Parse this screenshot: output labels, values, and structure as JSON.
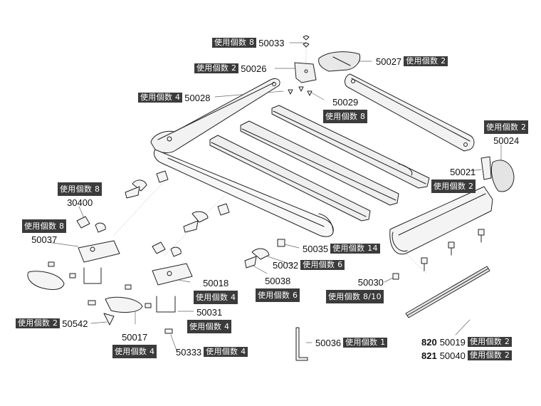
{
  "parts": {
    "p50033": {
      "num": "50033",
      "tag": "使用個数 8"
    },
    "p50026": {
      "num": "50026",
      "tag": "使用個数 2"
    },
    "p50028": {
      "num": "50028",
      "tag": "使用個数 4"
    },
    "p50027": {
      "num": "50027",
      "tag": "使用個数 2"
    },
    "p50029": {
      "num": "50029",
      "tag": "使用個数 8"
    },
    "p50024": {
      "num": "50024",
      "tag": "使用個数 2"
    },
    "p50021": {
      "num": "50021",
      "tag": "使用個数 2"
    },
    "p30400": {
      "num": "30400",
      "tag": "使用個数 8"
    },
    "p50037": {
      "num": "50037",
      "tag": "使用個数 8"
    },
    "p50035": {
      "num": "50035",
      "tag": "使用個数 14"
    },
    "p50032": {
      "num": "50032",
      "tag": "使用個数 6"
    },
    "p50038": {
      "num": "50038",
      "tag": "使用個数 6"
    },
    "p50018": {
      "num": "50018",
      "tag": "使用個数 4"
    },
    "p50030": {
      "num": "50030",
      "tag": "使用個数 8/10"
    },
    "p50031": {
      "num": "50031",
      "tag": "使用個数 4"
    },
    "p50542": {
      "num": "50542",
      "tag": "使用個数 2"
    },
    "p50017": {
      "num": "50017",
      "tag": "使用個数 4"
    },
    "p50333": {
      "num": "50333",
      "tag": "使用個数 4"
    },
    "p50036": {
      "num": "50036",
      "tag": "使用個数 1"
    },
    "p50019": {
      "prefix": "820",
      "num": "50019",
      "tag": "使用個数 2"
    },
    "p50040": {
      "prefix": "821",
      "num": "50040",
      "tag": "使用個数 2"
    }
  }
}
